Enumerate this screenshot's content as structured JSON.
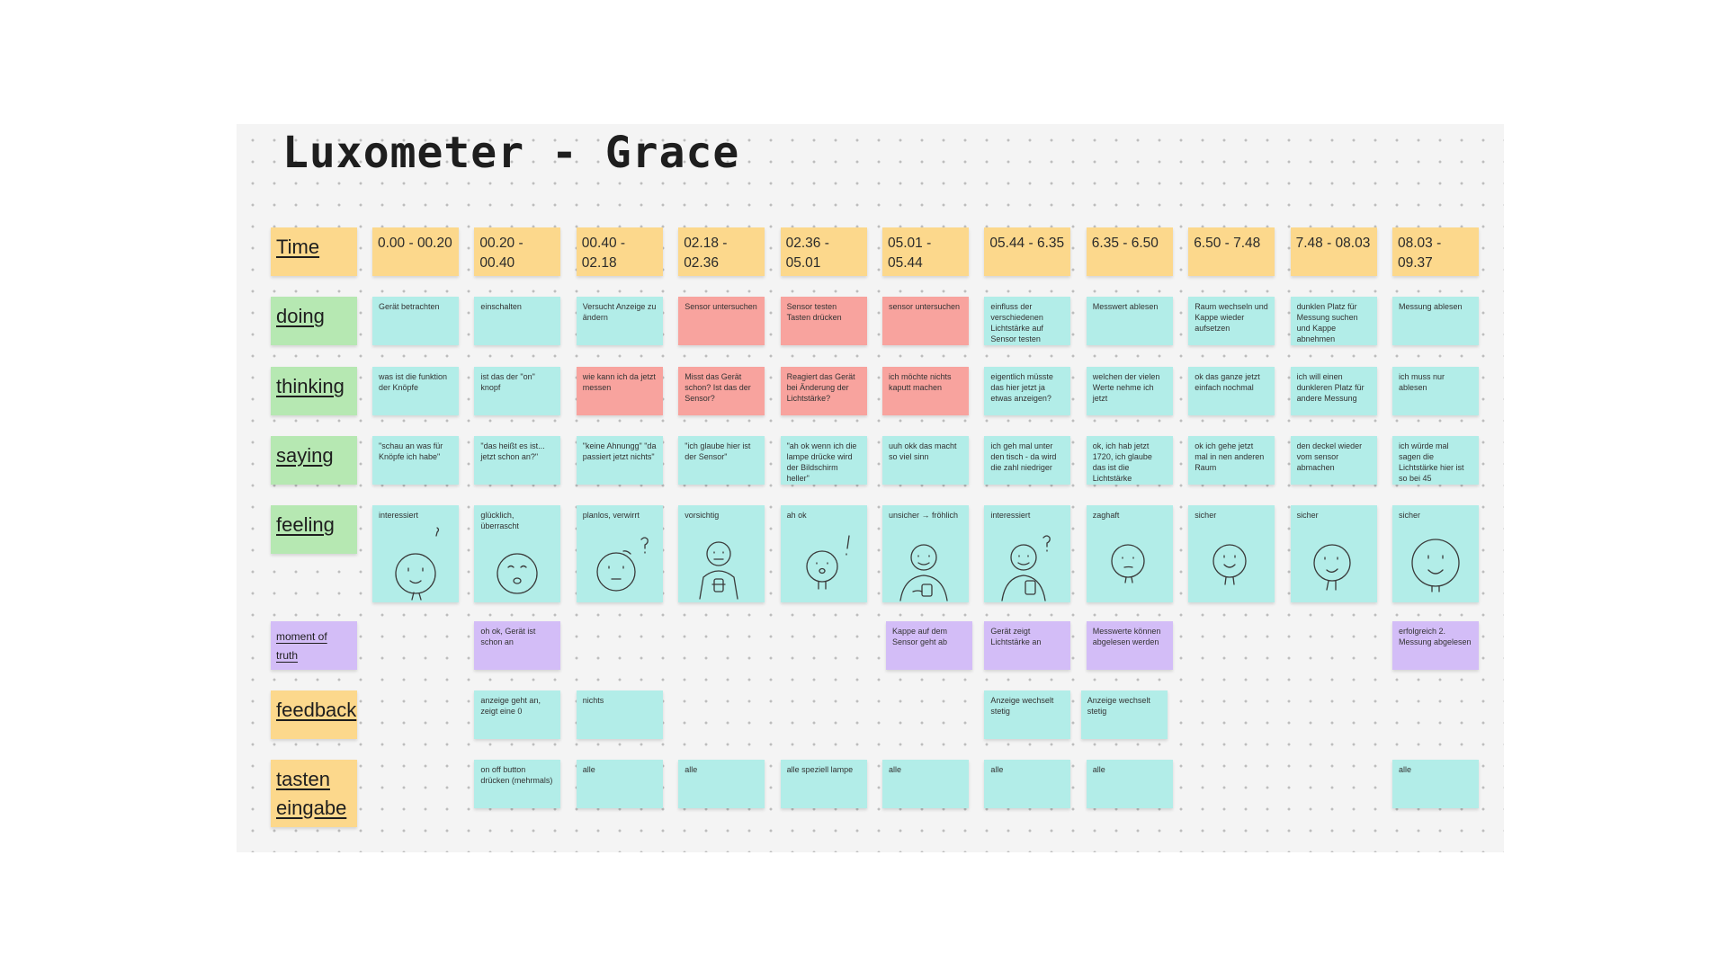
{
  "board": {
    "title": "Luxometer - Grace"
  },
  "colors": {
    "yellow": "#fcd88c",
    "green": "#b6e8b2",
    "teal": "#b2ede8",
    "salmon": "#f8a39e",
    "purple": "#d3bdf7"
  },
  "row_labels": [
    {
      "key": "time",
      "label": "Time",
      "color": "yellow"
    },
    {
      "key": "doing",
      "label": "doing",
      "color": "green"
    },
    {
      "key": "thinking",
      "label": "thinking",
      "color": "green"
    },
    {
      "key": "saying",
      "label": "saying",
      "color": "green"
    },
    {
      "key": "feeling",
      "label": "feeling",
      "color": "green"
    },
    {
      "key": "moment",
      "label": "moment of truth",
      "color": "purple"
    },
    {
      "key": "feedback",
      "label": "feedback",
      "color": "yellow"
    },
    {
      "key": "tasten",
      "label": "tasten eingabe",
      "color": "yellow"
    }
  ],
  "time": [
    "0.00 - 00.20",
    "00.20 - 00.40",
    "00.40 - 02.18",
    "02.18 - 02.36",
    "02.36 - 05.01",
    "05.01 - 05.44",
    "05.44 - 6.35",
    "6.35 - 6.50",
    "6.50 - 7.48",
    "7.48 - 08.03",
    "08.03 - 09.37"
  ],
  "doing": [
    {
      "text": "Gerät betrachten",
      "color": "teal"
    },
    {
      "text": "einschalten",
      "color": "teal"
    },
    {
      "text": "Versucht Anzeige zu ändern",
      "color": "teal"
    },
    {
      "text": "Sensor untersuchen",
      "color": "salmon"
    },
    {
      "text": "Sensor testen Tasten drücken",
      "color": "salmon"
    },
    {
      "text": "sensor untersuchen",
      "color": "salmon"
    },
    {
      "text": "einfluss der verschiedenen Lichtstärke auf Sensor testen",
      "color": "teal"
    },
    {
      "text": "Messwert ablesen",
      "color": "teal"
    },
    {
      "text": "Raum wechseln und Kappe wieder aufsetzen",
      "color": "teal"
    },
    {
      "text": "dunklen Platz für Messung suchen und Kappe abnehmen",
      "color": "teal"
    },
    {
      "text": "Messung ablesen",
      "color": "teal"
    }
  ],
  "thinking": [
    {
      "text": "was ist die funktion der Knöpfe",
      "color": "teal"
    },
    {
      "text": "ist das der \"on\" knopf",
      "color": "teal"
    },
    {
      "text": "wie kann ich da jetzt messen",
      "color": "salmon"
    },
    {
      "text": "Misst das Gerät schon? Ist das der Sensor?",
      "color": "salmon"
    },
    {
      "text": "Reagiert das Gerät bei Änderung der Lichtstärke?",
      "color": "salmon"
    },
    {
      "text": "ich möchte nichts kaputt machen",
      "color": "salmon"
    },
    {
      "text": "eigentlich müsste das hier jetzt ja etwas anzeigen?",
      "color": "teal"
    },
    {
      "text": "welchen der vielen Werte nehme ich jetzt",
      "color": "teal"
    },
    {
      "text": "ok das ganze jetzt einfach nochmal",
      "color": "teal"
    },
    {
      "text": "ich will einen dunkleren Platz für andere Messung",
      "color": "teal"
    },
    {
      "text": "ich muss nur ablesen",
      "color": "teal"
    }
  ],
  "saying": [
    {
      "text": "\"schau an was für Knöpfe ich habe\"",
      "color": "teal"
    },
    {
      "text": "\"das heißt es ist... jetzt schon an?\"",
      "color": "teal"
    },
    {
      "text": "\"keine Ahnungg\" \"da passiert jetzt nichts\"",
      "color": "teal"
    },
    {
      "text": "\"ich glaube hier ist der Sensor\"",
      "color": "teal"
    },
    {
      "text": "\"ah ok wenn ich die lampe drücke wird der Bildschirm heller\"",
      "color": "teal"
    },
    {
      "text": "uuh okk das macht so viel sinn",
      "color": "teal"
    },
    {
      "text": "ich geh mal unter den tisch - da wird die zahl niedriger",
      "color": "teal"
    },
    {
      "text": "ok, ich hab jetzt 1720, ich glaube das ist die Lichtstärke",
      "color": "teal"
    },
    {
      "text": "ok ich gehe jetzt mal in nen anderen Raum",
      "color": "teal"
    },
    {
      "text": "den deckel wieder vom sensor abmachen",
      "color": "teal"
    },
    {
      "text": "ich würde mal sagen die Lichtstärke hier ist so bei 45",
      "color": "teal"
    }
  ],
  "feeling": [
    {
      "text": "interessiert",
      "icon": "smiling-face-icon"
    },
    {
      "text": "glücklich, überrascht",
      "icon": "surprised-face-icon"
    },
    {
      "text": "planlos, verwirrt",
      "icon": "confused-face-icon"
    },
    {
      "text": "vorsichtig",
      "icon": "cautious-person-icon"
    },
    {
      "text": "ah ok",
      "icon": "realizing-face-icon"
    },
    {
      "text": "unsicher → fröhlich",
      "icon": "person-with-device-icon"
    },
    {
      "text": "interessiert",
      "icon": "curious-person-icon"
    },
    {
      "text": "zaghaft",
      "icon": "hesitant-face-icon"
    },
    {
      "text": "sicher",
      "icon": "confident-face-icon"
    },
    {
      "text": "sicher",
      "icon": "winking-face-icon"
    },
    {
      "text": "sicher",
      "icon": "happy-face-icon"
    }
  ],
  "moment": [
    {
      "col": 1,
      "text": "oh ok, Gerät ist schon an"
    },
    {
      "col": 5,
      "text": "Kappe auf dem Sensor geht ab"
    },
    {
      "col": 6,
      "text": "Gerät zeigt Lichtstärke an"
    },
    {
      "col": 7,
      "text": "Messwerte können abgelesen werden"
    },
    {
      "col": 10,
      "text": "erfolgreich 2. Messung abgelesen"
    }
  ],
  "feedback": [
    {
      "col": 1,
      "text": "anzeige geht an, zeigt eine 0"
    },
    {
      "col": 2,
      "text": "nichts"
    },
    {
      "col": 6,
      "text": "Anzeige wechselt stetig"
    },
    {
      "col": 7,
      "text": "Anzeige wechselt stetig"
    }
  ],
  "tasten": [
    {
      "col": 1,
      "text": "on off button drücken (mehrmals)"
    },
    {
      "col": 2,
      "text": "alle"
    },
    {
      "col": 3,
      "text": "alle"
    },
    {
      "col": 4,
      "text": "alle speziell lampe"
    },
    {
      "col": 5,
      "text": "alle"
    },
    {
      "col": 6,
      "text": "alle"
    },
    {
      "col": 7,
      "text": "alle"
    },
    {
      "col": 10,
      "text": "alle"
    }
  ]
}
